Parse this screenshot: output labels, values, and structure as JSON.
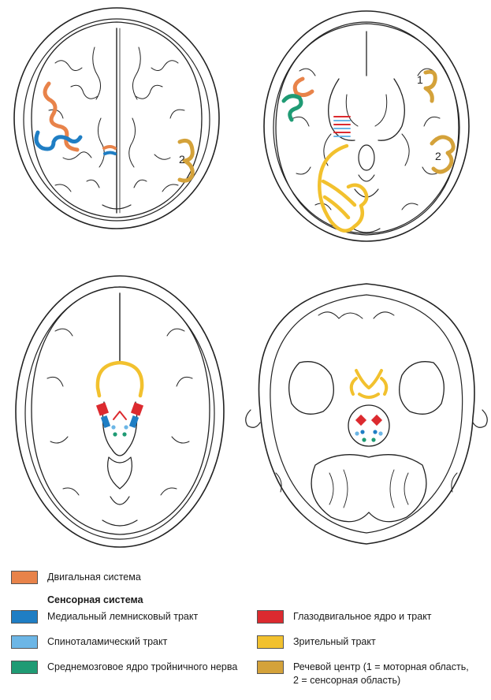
{
  "colors": {
    "motor": "#e8834a",
    "medial_lemniscus": "#1f7ec4",
    "spinothalamic": "#6cb6e6",
    "trigeminal": "#1f9b74",
    "oculomotor": "#dc2a2f",
    "optic": "#f2c12e",
    "speech": "#d4a23a"
  },
  "panels": {
    "top_left": {
      "labels": [
        "2"
      ]
    },
    "top_right": {
      "labels": [
        "1",
        "2"
      ]
    },
    "bottom_left": {
      "labels": []
    },
    "bottom_right": {
      "labels": []
    }
  },
  "legend": {
    "motor": "Двигальная система",
    "sensory_heading": "Сенсорная система",
    "medial_lemniscus": "Медиальный лемнисковый тракт",
    "spinothalamic": "Спиноталамический тракт",
    "trigeminal": "Среднемозговое ядро тройничного нерва",
    "oculomotor": "Глазодвигальное ядро и тракт",
    "optic": "Зрительный тракт",
    "speech_line1": "Речевой центр (1 = моторная область,",
    "speech_line2": "2 = сенсорная область)"
  }
}
